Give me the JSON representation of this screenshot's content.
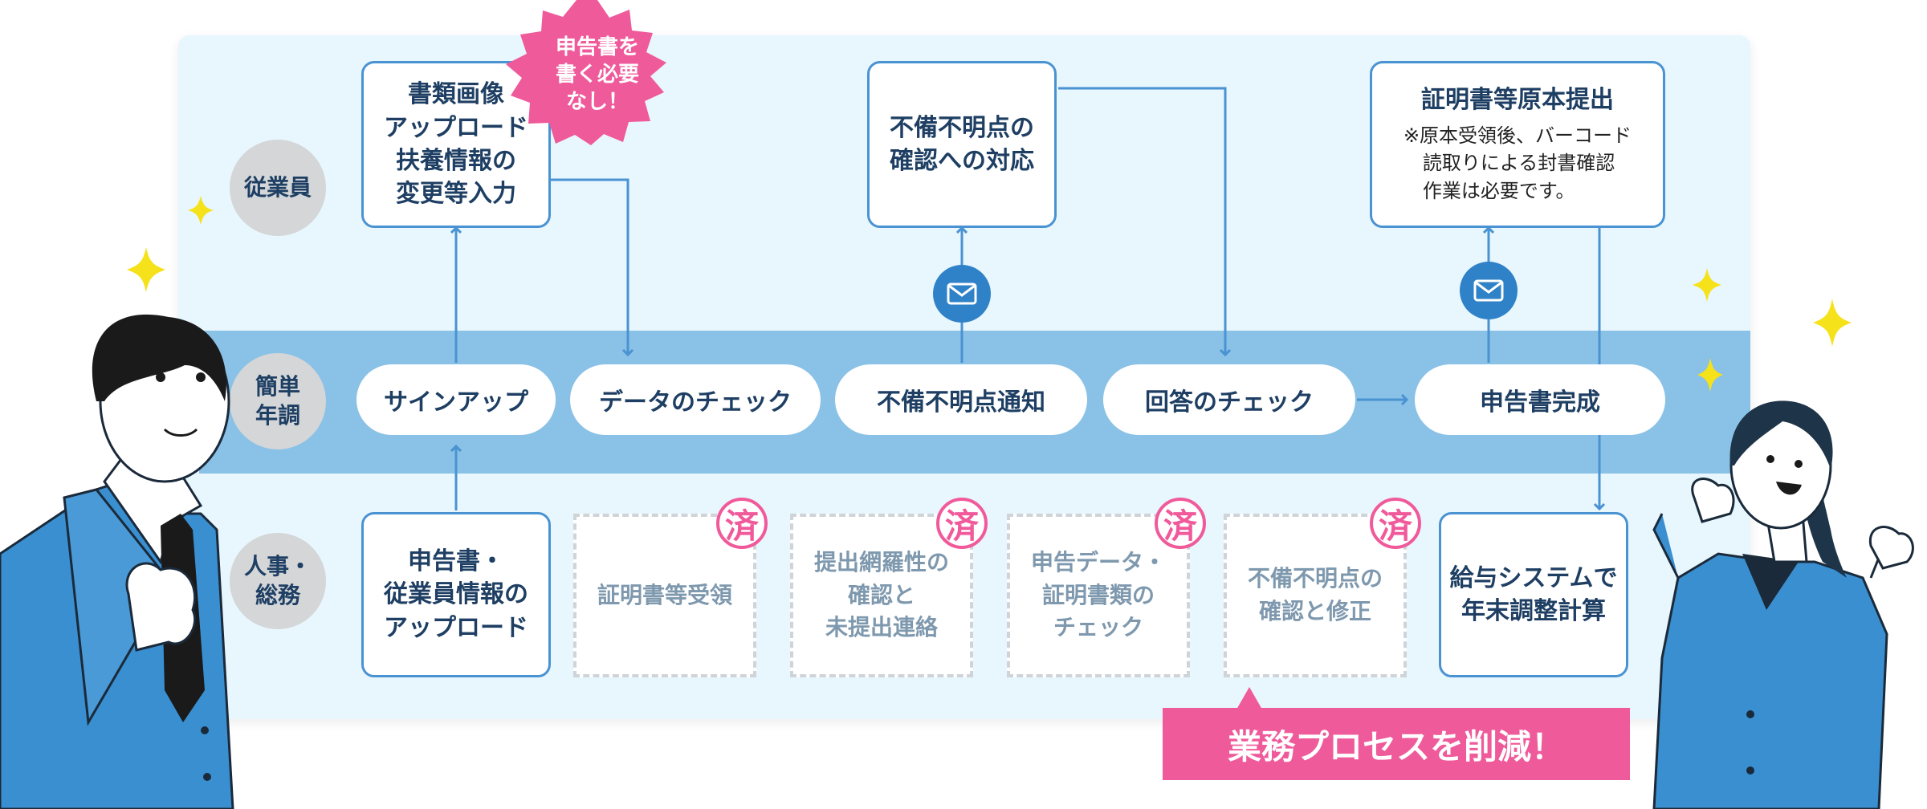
{
  "lanes": {
    "employee": "従業員",
    "service": "簡単\n年調",
    "hr": "人事・\n総務"
  },
  "burst": "申告書を\n書く必要\nなし！",
  "employee_row": {
    "upload_box": "書類画像\nアップロード\n扶養情報の\n変更等入力",
    "resolve_box": "不備不明点の\n確認への対応",
    "submit_box_title": "証明書等原本提出",
    "submit_box_note": "※原本受領後、バーコード\n　読取りによる封書確認\n　作業は必要です。"
  },
  "service_row": {
    "step1": "サインアップ",
    "step2": "データのチェック",
    "step3": "不備不明点通知",
    "step4": "回答のチェック",
    "step5": "申告書完成"
  },
  "hr_row": {
    "upload_box": "申告書・\n従業員情報の\nアップロード",
    "removed1": "証明書等受領",
    "removed2": "提出網羅性の\n確認と\n未提出連絡",
    "removed3": "申告データ・\n証明書類の\nチェック",
    "removed4": "不備不明点の\n確認と修正",
    "payroll_box": "給与システムで\n年末調整計算",
    "done_mark": "済"
  },
  "banner": "業務プロセスを削減！",
  "icons": {
    "mail": "mail-icon",
    "sparkle": "sparkle-icon",
    "done_stamp": "done-stamp-icon"
  },
  "colors": {
    "accent_blue": "#4a93d2",
    "band": "#8ac1e6",
    "navy_text": "#1e3f63",
    "pink": "#ef5a9a",
    "sparkle": "#f5e21a"
  }
}
